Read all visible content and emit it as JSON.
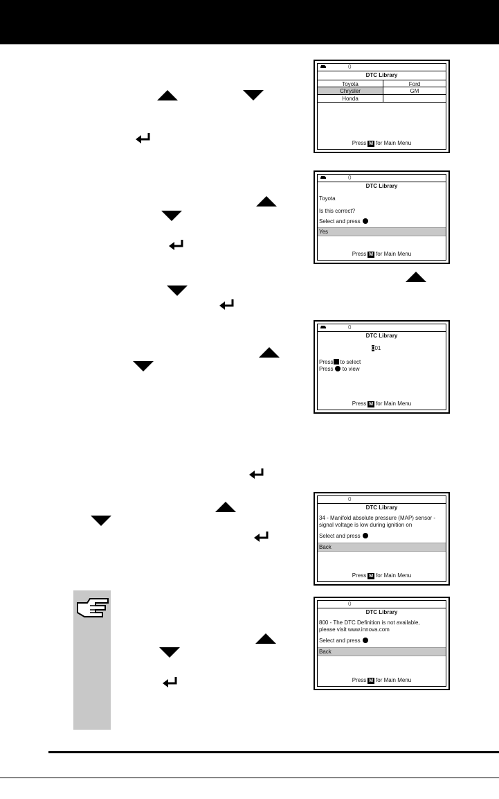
{
  "screens": {
    "s1": {
      "title": "DTC Library",
      "zero": "0",
      "makes": [
        "Toyota",
        "Ford",
        "Chrysler",
        "GM",
        "Honda",
        ""
      ],
      "footer_pre": "Press",
      "footer_key": "M",
      "footer_post": "for Main Menu"
    },
    "s2": {
      "title": "DTC Library",
      "zero": "0",
      "make": "Toyota",
      "question": "Is this correct?",
      "prompt": "Select and press",
      "option": "Yes",
      "footer_pre": "Press",
      "footer_key": "M",
      "footer_post": "for Main Menu"
    },
    "s3": {
      "title": "DTC Library",
      "zero": "0",
      "code_cursor": "0",
      "code_rest": "01",
      "line1_pre": "Press",
      "line1_post": "to select",
      "line2_pre": "Press",
      "line2_post": "to view",
      "footer_pre": "Press",
      "footer_key": "M",
      "footer_post": "for Main Menu"
    },
    "s4": {
      "title": "DTC Library",
      "zero": "0",
      "def1": "34 - Manifold absolute pressure (MAP) sensor -",
      "def2": "signal voltage is low during ignition on",
      "prompt": "Select and press",
      "option": "Back",
      "footer_pre": "Press",
      "footer_key": "M",
      "footer_post": "for Main Menu"
    },
    "s5": {
      "title": "DTC Library",
      "zero": "0",
      "def1": "800 - The DTC Definition is not available,",
      "def2": "please visit www.innova.com",
      "prompt": "Select and press",
      "option": "Back",
      "footer_pre": "Press",
      "footer_key": "M",
      "footer_post": "for Main Menu"
    }
  }
}
